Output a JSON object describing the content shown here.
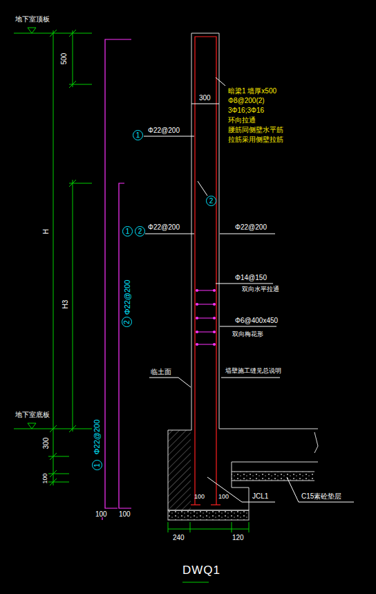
{
  "diagram": {
    "title": "DWQ1",
    "nodes": [
      {
        "text": [
          "1"
        ]
      },
      {
        "text": [
          "2"
        ]
      },
      {
        "text": [
          "1"
        ]
      },
      {
        "text": [
          "2"
        ]
      },
      {
        "text": [
          "1"
        ]
      },
      {
        "text": [
          "2"
        ]
      }
    ],
    "labels": [
      "地下室顶板",
      "500",
      "H",
      "H3",
      "Φ22@200",
      "Φ22@200",
      "地下室底板",
      "300",
      "100",
      "100",
      "100",
      "300",
      "暗梁1 墙厚x500",
      "Φ8@200(2)",
      "3Φ16;3Φ16",
      "环向拉通",
      "腰筋同侧壁水平筋",
      "拉筋采用侧壁拉筋",
      "Φ22@200",
      "Φ22@200",
      "Φ22@200",
      "Φ14@150",
      "双向水平拉通",
      "Φ6@400x450",
      "双向梅花形",
      "临土面",
      "墙壁施工缝见总说明",
      "100",
      "100",
      "240",
      "120",
      "JCL1",
      "C15素砼垫层"
    ]
  }
}
